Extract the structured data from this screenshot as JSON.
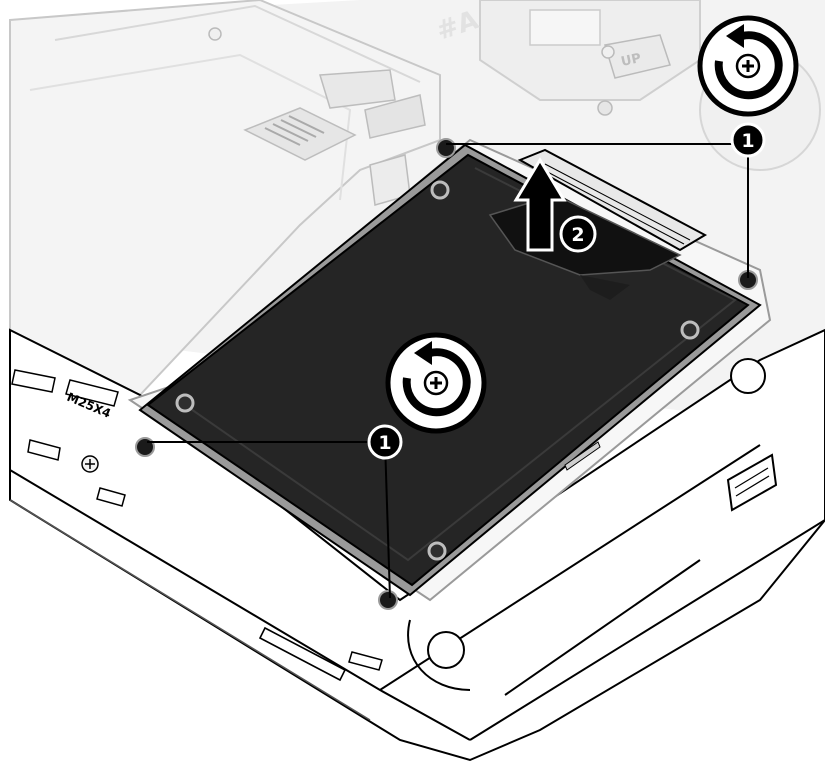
{
  "figure": {
    "step_labels": {
      "step1": "1",
      "step2": "2"
    },
    "engraved_text": {
      "screw_size": "M25X4",
      "up_marking": "UP",
      "chassis_code": "#A"
    },
    "icons": {
      "remove_screw": "counterclockwise-rotate-screwdriver-icon",
      "screw": "phillips-screw-icon",
      "lift_arrow": "up-arrow-icon"
    },
    "colors": {
      "drive_body": "#252525",
      "chassis": "#ffffff",
      "outline": "#000000",
      "shadow": "#d6d6d6"
    }
  }
}
